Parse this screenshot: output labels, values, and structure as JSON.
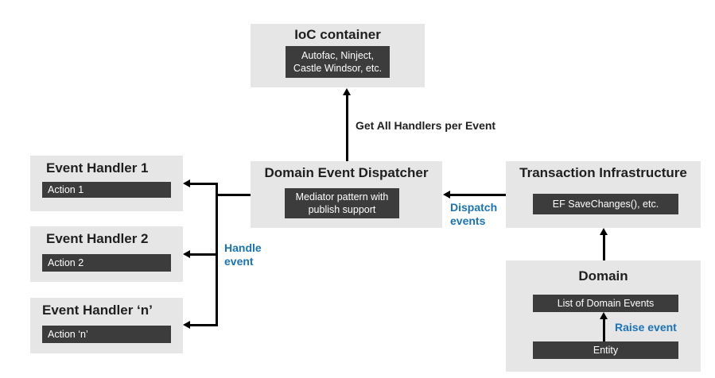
{
  "ioc": {
    "title": "IoC container",
    "detail": "Autofac, Ninject,\nCastle Windsor, etc."
  },
  "get_handlers_label": "Get All Handlers per Event",
  "dispatcher": {
    "title": "Domain Event Dispatcher",
    "detail": "Mediator pattern with\npublish support"
  },
  "transaction": {
    "title": "Transaction Infrastructure",
    "detail": "EF SaveChanges(), etc."
  },
  "handlers": [
    {
      "title": "Event Handler 1",
      "action": "Action 1"
    },
    {
      "title": "Event Handler 2",
      "action": "Action 2"
    },
    {
      "title": "Event Handler ‘n’",
      "action": "Action ‘n’"
    }
  ],
  "handle_event_label": "Handle\nevent",
  "dispatch_events_label": "Dispatch\nevents",
  "domain": {
    "title": "Domain",
    "events_list": "List of Domain Events",
    "entity": "Entity"
  },
  "raise_event_label": "Raise event",
  "colors": {
    "box_bg": "#e6e6e6",
    "inner_bg": "#3c3c3c",
    "accent_blue": "#1a73b8",
    "arrow": "#000000"
  }
}
